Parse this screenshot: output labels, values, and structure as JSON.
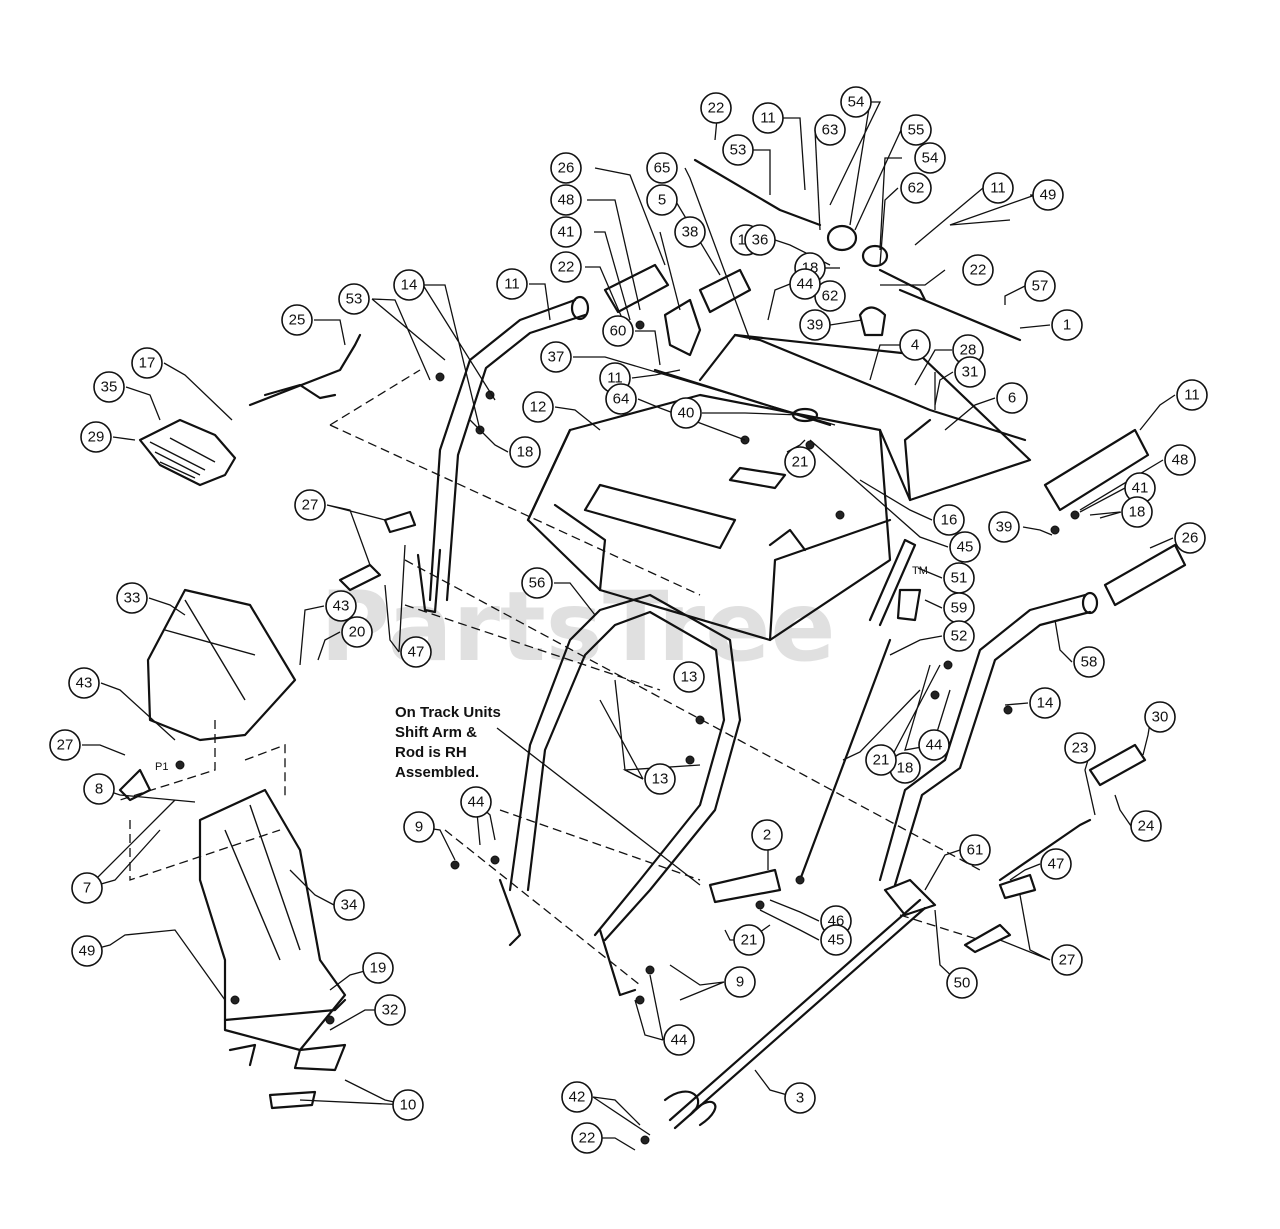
{
  "watermark": "PartsTree",
  "watermark_tm": "TM",
  "note_lines": [
    "On Track Units",
    "Shift Arm &",
    "Rod is RH",
    "Assembled."
  ],
  "p1_label": "P1",
  "callouts": [
    {
      "id": "22"
    },
    {
      "id": "11"
    },
    {
      "id": "54"
    },
    {
      "id": "53"
    },
    {
      "id": "63"
    },
    {
      "id": "55"
    },
    {
      "id": "26"
    },
    {
      "id": "65"
    },
    {
      "id": "54"
    },
    {
      "id": "5"
    },
    {
      "id": "48"
    },
    {
      "id": "62"
    },
    {
      "id": "11"
    },
    {
      "id": "49"
    },
    {
      "id": "15"
    },
    {
      "id": "38"
    },
    {
      "id": "41"
    },
    {
      "id": "36"
    },
    {
      "id": "22"
    },
    {
      "id": "18"
    },
    {
      "id": "62"
    },
    {
      "id": "22"
    },
    {
      "id": "57"
    },
    {
      "id": "11"
    },
    {
      "id": "44"
    },
    {
      "id": "14"
    },
    {
      "id": "53"
    },
    {
      "id": "1"
    },
    {
      "id": "25"
    },
    {
      "id": "39"
    },
    {
      "id": "60"
    },
    {
      "id": "4"
    },
    {
      "id": "28"
    },
    {
      "id": "17"
    },
    {
      "id": "37"
    },
    {
      "id": "11"
    },
    {
      "id": "31"
    },
    {
      "id": "35"
    },
    {
      "id": "12"
    },
    {
      "id": "64"
    },
    {
      "id": "6"
    },
    {
      "id": "11"
    },
    {
      "id": "40"
    },
    {
      "id": "29"
    },
    {
      "id": "18"
    },
    {
      "id": "21"
    },
    {
      "id": "48"
    },
    {
      "id": "41"
    },
    {
      "id": "39"
    },
    {
      "id": "18"
    },
    {
      "id": "16"
    },
    {
      "id": "27"
    },
    {
      "id": "26"
    },
    {
      "id": "45"
    },
    {
      "id": "51"
    },
    {
      "id": "56"
    },
    {
      "id": "33"
    },
    {
      "id": "43"
    },
    {
      "id": "59"
    },
    {
      "id": "20"
    },
    {
      "id": "52"
    },
    {
      "id": "47"
    },
    {
      "id": "58"
    },
    {
      "id": "13"
    },
    {
      "id": "14"
    },
    {
      "id": "43"
    },
    {
      "id": "44"
    },
    {
      "id": "27"
    },
    {
      "id": "30"
    },
    {
      "id": "13"
    },
    {
      "id": "18"
    },
    {
      "id": "21"
    },
    {
      "id": "23"
    },
    {
      "id": "8"
    },
    {
      "id": "24"
    },
    {
      "id": "44"
    },
    {
      "id": "9"
    },
    {
      "id": "2"
    },
    {
      "id": "61"
    },
    {
      "id": "7"
    },
    {
      "id": "34"
    },
    {
      "id": "47"
    },
    {
      "id": "46"
    },
    {
      "id": "21"
    },
    {
      "id": "45"
    },
    {
      "id": "49"
    },
    {
      "id": "19"
    },
    {
      "id": "9"
    },
    {
      "id": "50"
    },
    {
      "id": "27"
    },
    {
      "id": "32"
    },
    {
      "id": "44"
    },
    {
      "id": "3"
    },
    {
      "id": "42"
    },
    {
      "id": "10"
    },
    {
      "id": "22"
    }
  ]
}
